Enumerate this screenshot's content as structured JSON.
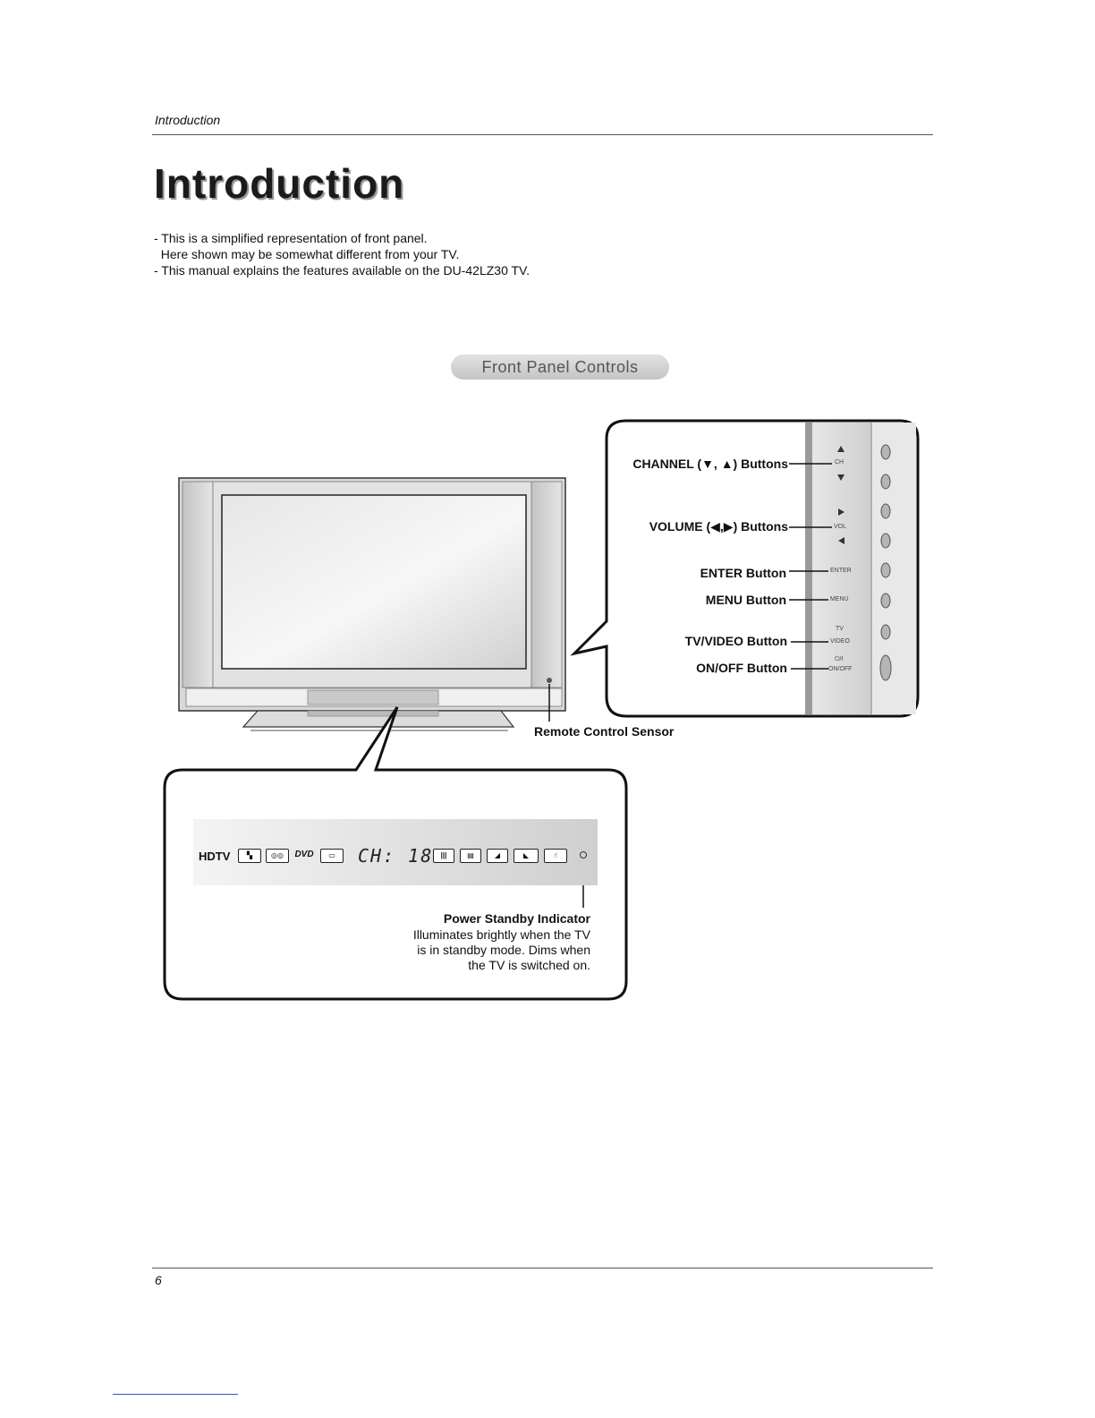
{
  "header": {
    "section_label": "Introduction"
  },
  "page": {
    "title": "Introduction",
    "number": "6"
  },
  "intro_lines": [
    "- This is a simplified representation of front panel.",
    "  Here shown may be somewhat different from your TV.",
    "- This manual explains the features available on the DU-42LZ30 TV."
  ],
  "section_pill": "Front Panel Controls",
  "callouts": {
    "channel": "CHANNEL (▼, ▲) Buttons",
    "volume": "VOLUME (◀,▶) Buttons",
    "enter": "ENTER Button",
    "menu": "MENU Button",
    "tvvideo": "TV/VIDEO Button",
    "onoff": "ON/OFF Button",
    "remote_sensor": "Remote Control Sensor"
  },
  "panel_marks": {
    "ch": "CH",
    "vol": "VOL",
    "enter": "ENTER",
    "menu": "MENU",
    "tv": "TV",
    "video": "VIDEO",
    "power_symbol": "⏻/I",
    "onoff": "ON/OFF"
  },
  "display": {
    "hdtv": "HDTV",
    "dvd": "DVD",
    "channel_readout": "CH: 18"
  },
  "power_standby": {
    "title": "Power Standby Indicator",
    "description": "Illuminates brightly when the TV\nis in standby mode. Dims when\nthe TV is switched on."
  }
}
